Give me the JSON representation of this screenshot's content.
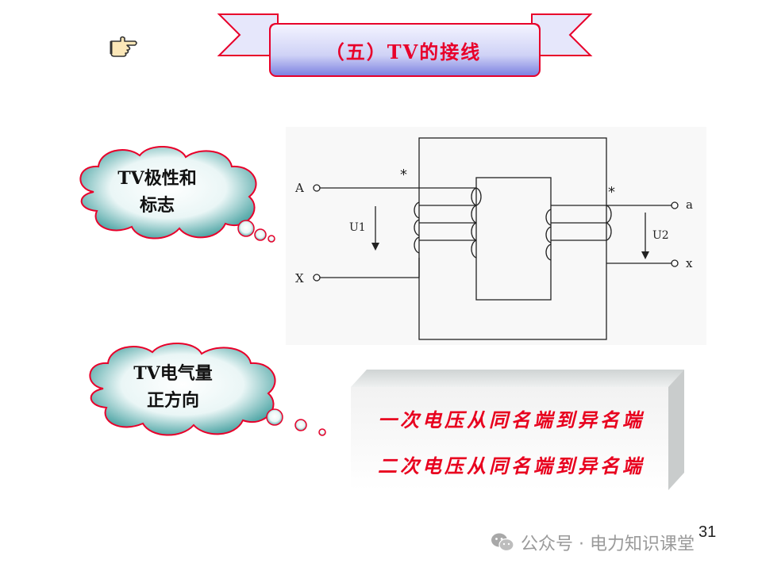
{
  "slide": {
    "title": "（五）TV的接线",
    "page_number": "31"
  },
  "bubbles": [
    {
      "lines": [
        "TV极性和",
        "标志"
      ]
    },
    {
      "lines": [
        "TV电气量",
        "正方向"
      ]
    }
  ],
  "circuit": {
    "terminal_A": "A",
    "terminal_X": "X",
    "terminal_a": "a",
    "terminal_x": "x",
    "label_U1": "U1",
    "label_U2": "U2",
    "polarity_mark": "*"
  },
  "box": {
    "line1": "一次电压从同名端到异名端",
    "line2": "二次电压从同名端到异名端"
  },
  "watermark": {
    "text": "公众号 · 电力知识课堂"
  },
  "colors": {
    "title_red": "#e8002a",
    "banner_fill": "#d7d9f7",
    "cloud_fill": "#3b9b9b",
    "box_text_red": "#e8001e"
  },
  "icons": {
    "pointer": "pointing-hand-icon",
    "watermark": "wechat-icon"
  }
}
